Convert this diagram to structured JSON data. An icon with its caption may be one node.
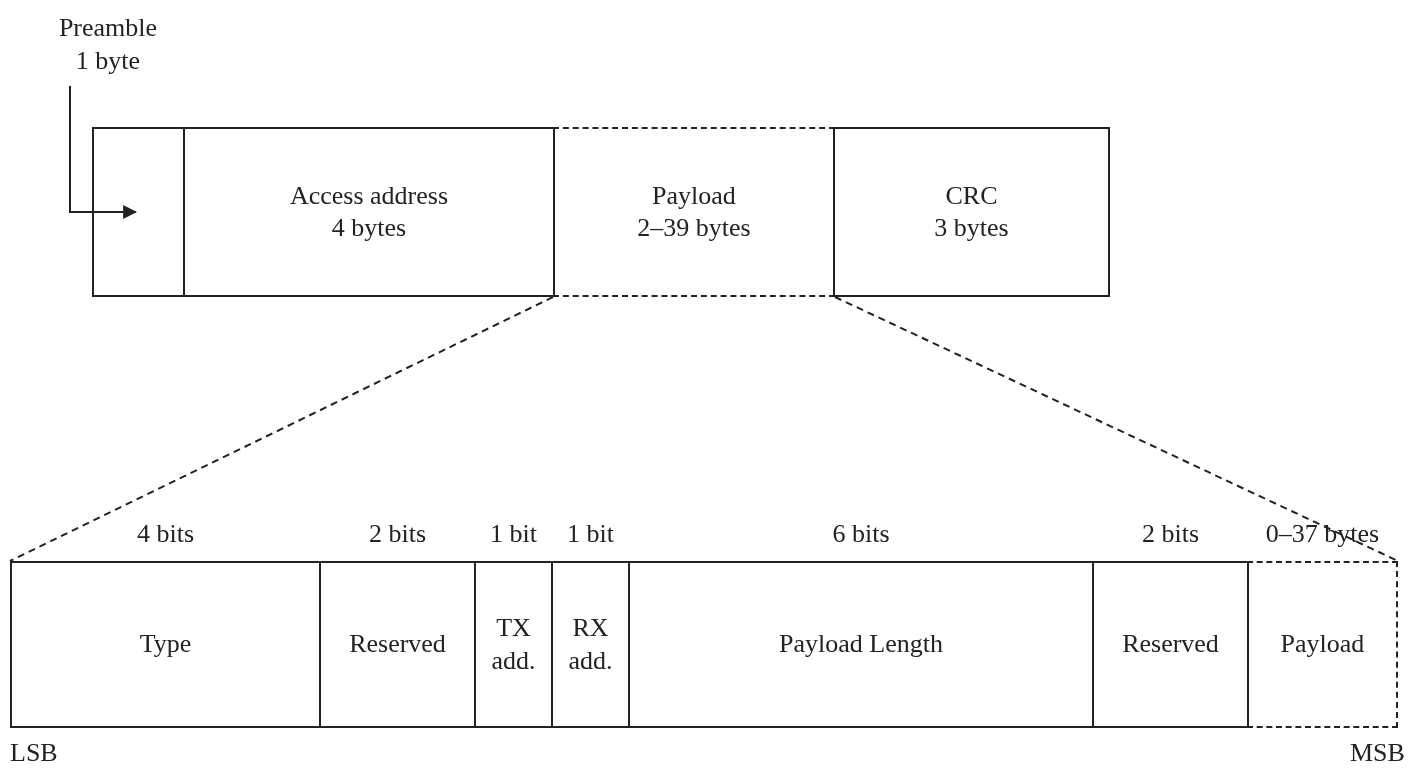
{
  "diagram": {
    "nodes": [
      {
        "text": [
          "Preamble 1 byte"
        ]
      },
      {
        "text": [],
        "shape": "box"
      },
      {
        "text": [
          "Access address",
          "4 bytes"
        ]
      },
      {
        "text": [
          "Payload",
          "2–39 bytes"
        ]
      },
      {
        "text": [
          "CRC",
          "3 bytes"
        ]
      },
      {
        "text": [
          "Type"
        ],
        "beside": [
          "4 bits"
        ]
      },
      {
        "text": [
          "Reserved"
        ],
        "beside": [
          "2 bits"
        ]
      },
      {
        "text": [
          "TX add."
        ],
        "beside": [
          "1 bit"
        ]
      },
      {
        "text": [
          "RX add."
        ],
        "beside": [
          "1 bit"
        ]
      },
      {
        "text": [
          "Payload Length"
        ],
        "beside": [
          "6 bits"
        ]
      },
      {
        "text": [
          "Reserved"
        ],
        "beside": [
          "2 bits"
        ]
      },
      {
        "text": [
          "Payload"
        ],
        "beside": [
          "0–37 bytes"
        ]
      }
    ],
    "edges": [
      {
        "from": 0,
        "to": 1,
        "arrow": "to"
      },
      {
        "from": 3,
        "to": 5,
        "arrow": "none",
        "style": "dashed"
      },
      {
        "from": 3,
        "to": 11,
        "arrow": "none",
        "style": "dashed"
      }
    ],
    "labels": [
      "LSB",
      "MSB"
    ]
  }
}
